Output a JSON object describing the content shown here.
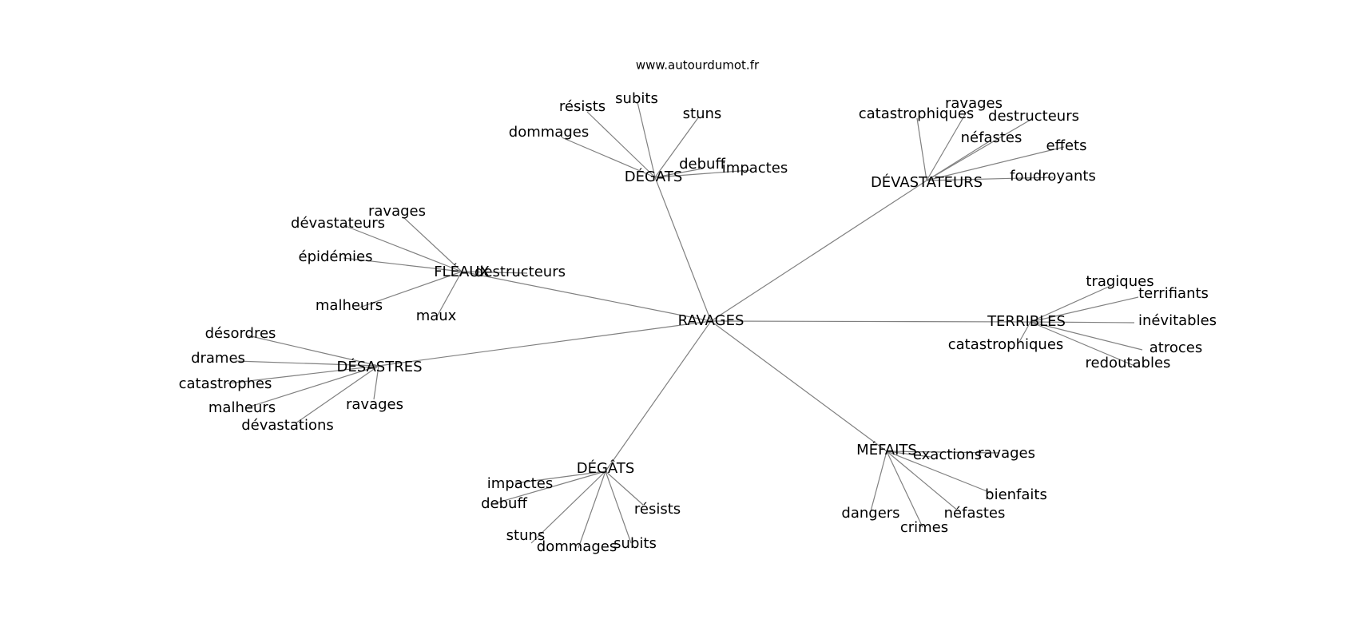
{
  "site": "www.autourdumot.fr",
  "graph": {
    "center": "RAVAGES",
    "clusters": [
      {
        "label": "DÉGATS",
        "words": [
          "résists",
          "subits",
          "stuns",
          "dommages",
          "debuff",
          "impactes"
        ]
      },
      {
        "label": "DÉVASTATEURS",
        "words": [
          "catastrophiques",
          "ravages",
          "destructeurs",
          "néfastes",
          "effets",
          "foudroyants"
        ]
      },
      {
        "label": "FLÉAUX",
        "words": [
          "ravages",
          "dévastateurs",
          "épidémies",
          "destructeurs",
          "malheurs",
          "maux"
        ]
      },
      {
        "label": "TERRIBLES",
        "words": [
          "tragiques",
          "terrifiants",
          "inévitables",
          "catastrophiques",
          "atroces",
          "redoutables"
        ]
      },
      {
        "label": "DÉSASTRES",
        "words": [
          "désordres",
          "drames",
          "catastrophes",
          "malheurs",
          "dévastations",
          "ravages"
        ]
      },
      {
        "label": "DÉGÂTS",
        "words": [
          "impactes",
          "debuff",
          "résists",
          "stuns",
          "dommages",
          "subits"
        ]
      },
      {
        "label": "MÉFAITS",
        "words": [
          "exactions",
          "ravages",
          "bienfaits",
          "dangers",
          "crimes",
          "néfastes"
        ]
      }
    ]
  }
}
